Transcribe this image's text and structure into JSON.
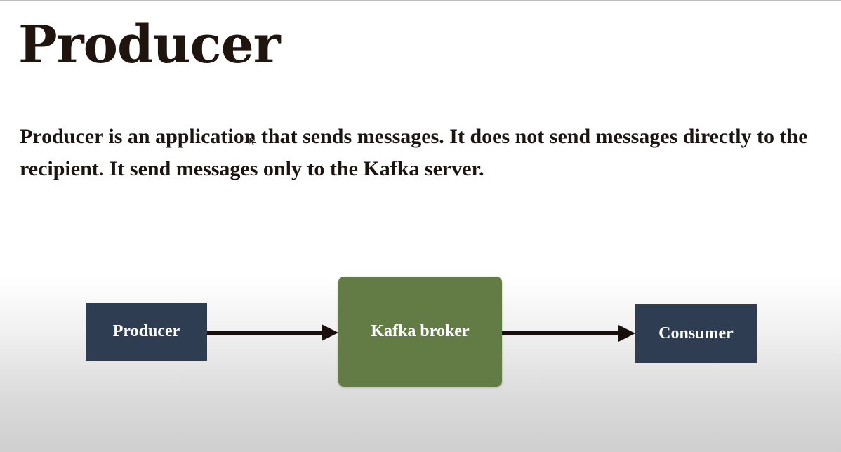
{
  "slide": {
    "title": "Producer",
    "description": "Producer is an application that sends messages. It does not send messages directly to the recipient. It send messages only to the Kafka server."
  },
  "diagram": {
    "nodes": [
      {
        "id": "producer",
        "label": "Producer",
        "color": "#2e3d52"
      },
      {
        "id": "broker",
        "label": "Kafka broker",
        "color": "#637c45"
      },
      {
        "id": "consumer",
        "label": "Consumer",
        "color": "#2e3d52"
      }
    ],
    "edges": [
      {
        "from": "producer",
        "to": "broker"
      },
      {
        "from": "broker",
        "to": "consumer"
      }
    ],
    "arrow_color": "#1a0e0b"
  },
  "cursor_icon": "mouse-pointer-icon"
}
